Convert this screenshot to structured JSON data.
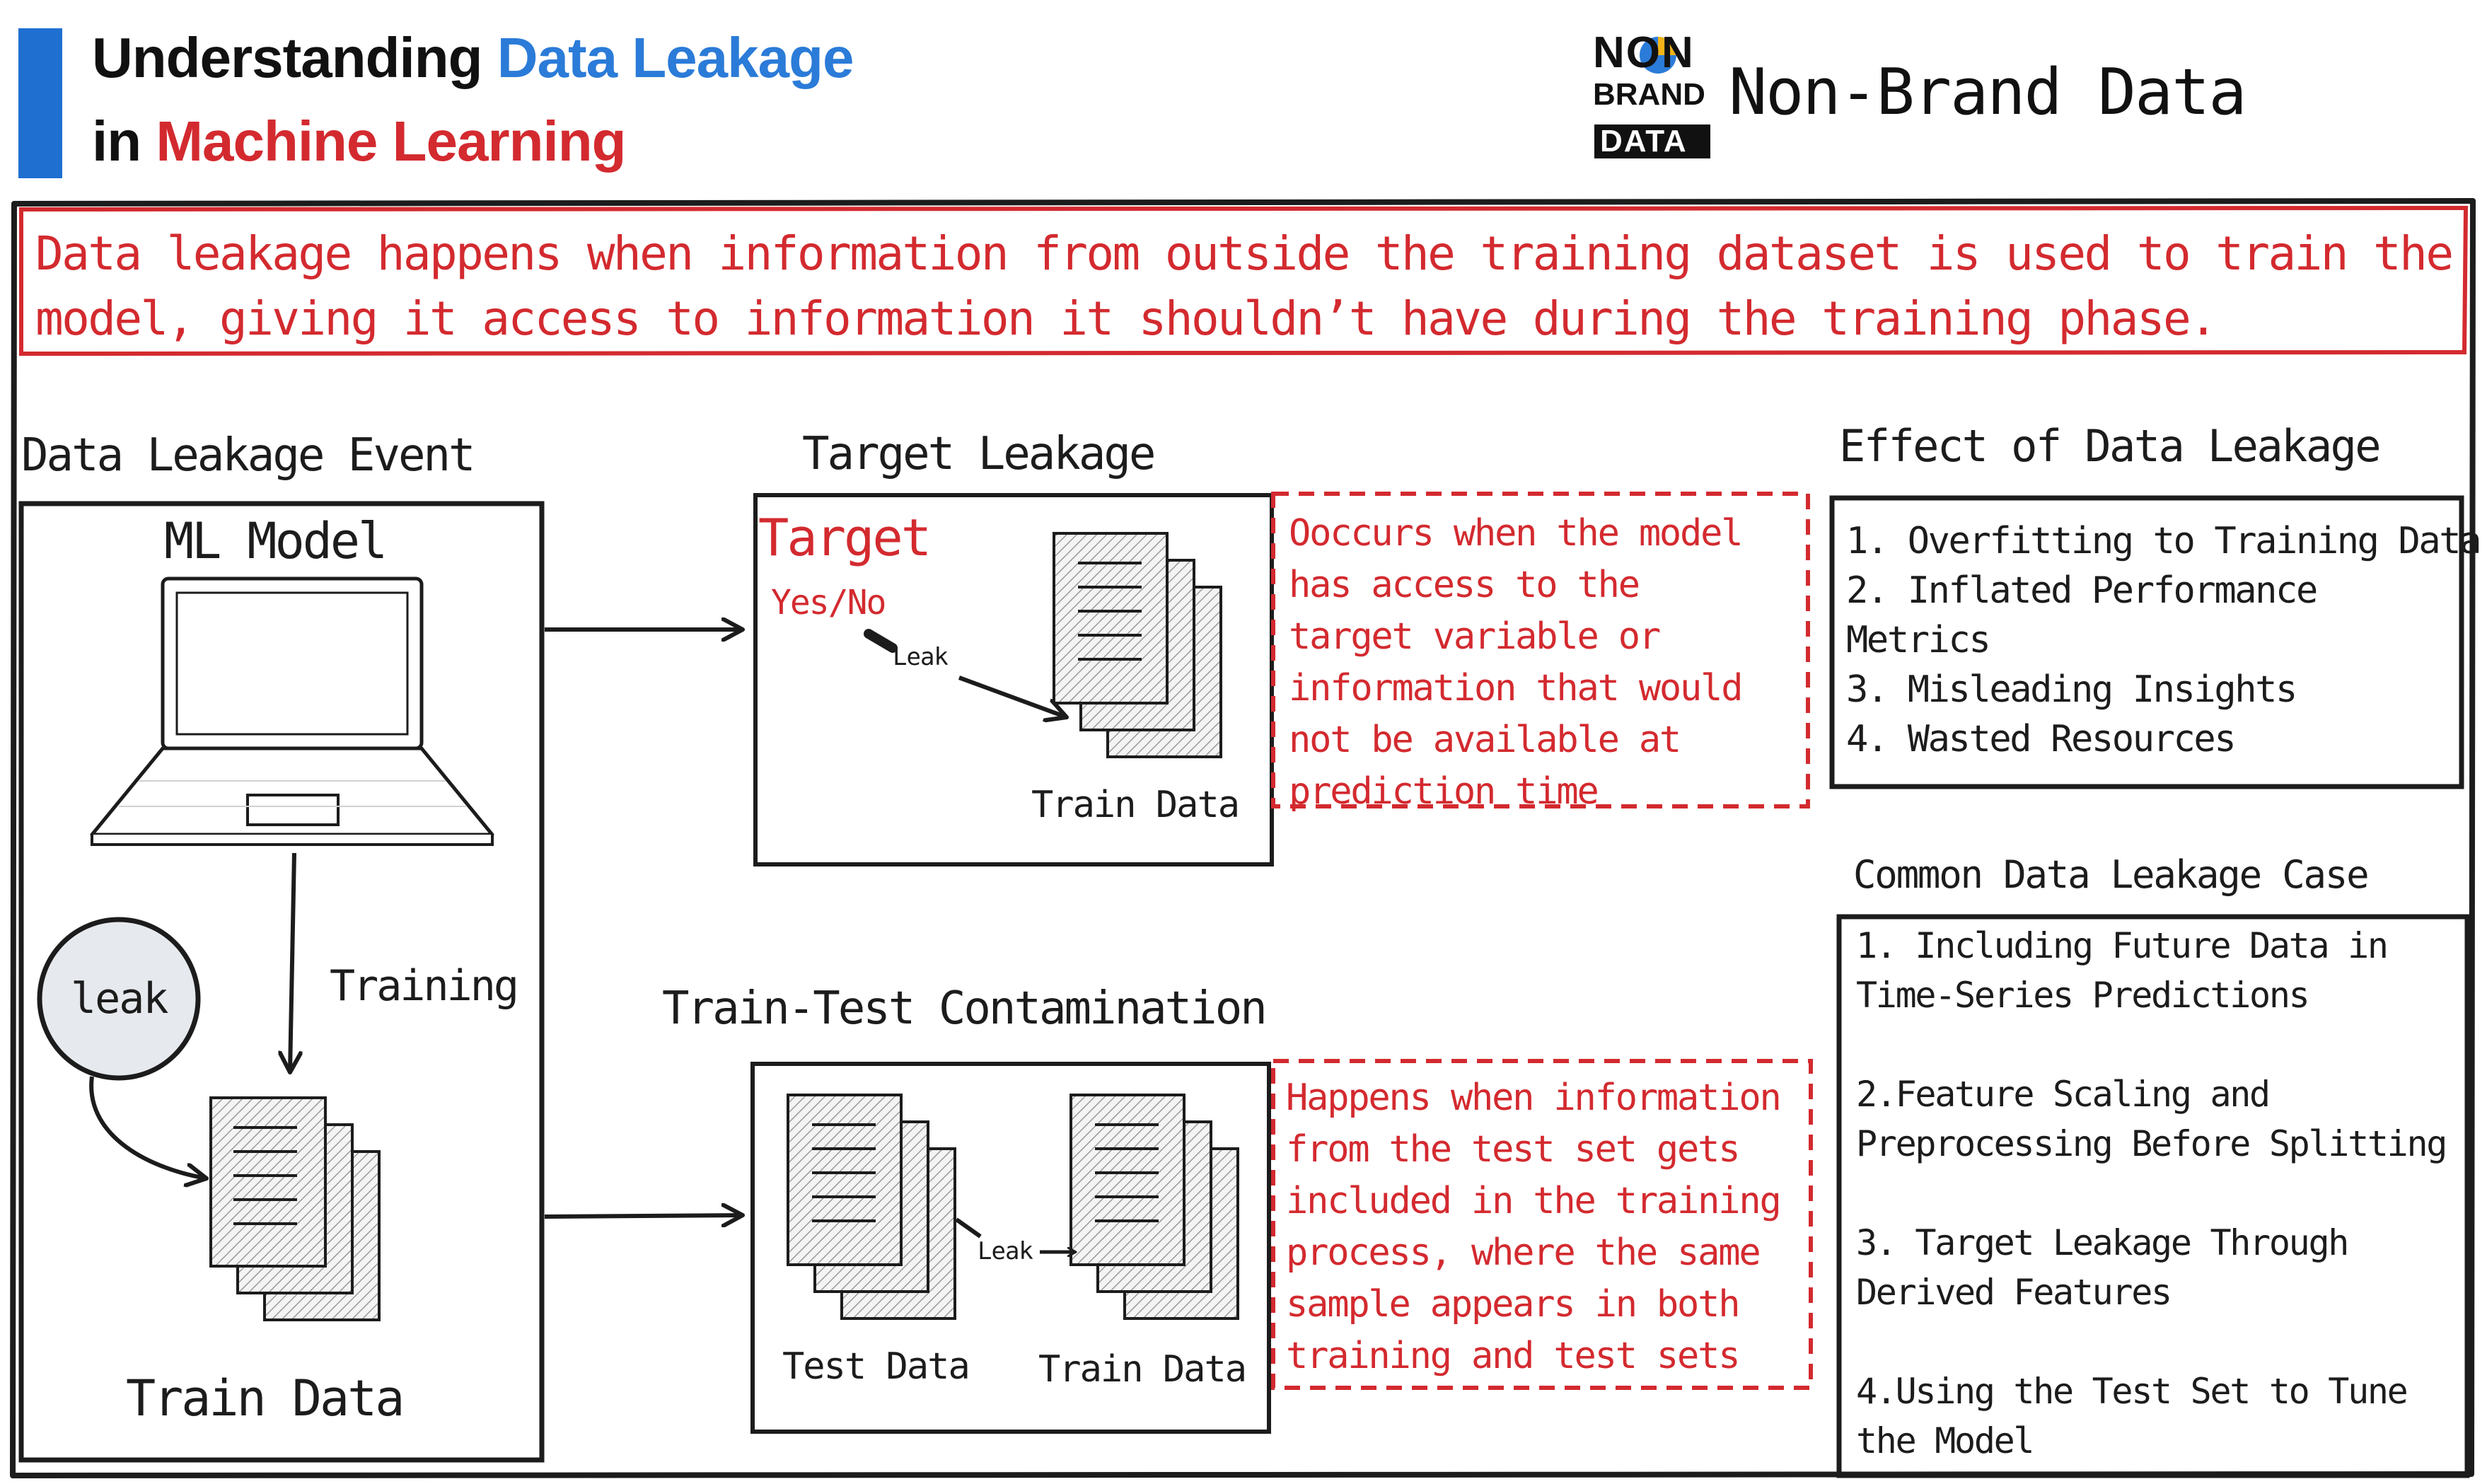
{
  "header": {
    "title_part1": "Understanding ",
    "title_part2": "Data Leakage",
    "title_part3": "in ",
    "title_part4": "Machine Learning",
    "brand_logo_line1": "NON",
    "brand_logo_line2": "BRAND",
    "brand_logo_line3": "DATA",
    "brand_name": "Non-Brand Data"
  },
  "definition": {
    "line1": "Data leakage happens when information from outside the training dataset is used to train the",
    "line2": "model, giving it access to information it shouldn’t have during the training phase."
  },
  "event": {
    "heading": "Data Leakage Event",
    "model_label": "ML Model",
    "training_label": "Training",
    "leak_label": "leak",
    "train_data_label": "Train Data"
  },
  "target_leakage": {
    "heading": "Target Leakage",
    "target_label": "Target",
    "yesno_label": "Yes/No",
    "leak_label": "Leak",
    "train_data_label": "Train Data",
    "description": [
      "Ooccurs when the model",
      "has access to the",
      "target variable or",
      "information that would",
      "not be available at",
      "prediction time"
    ]
  },
  "contamination": {
    "heading": "Train-Test Contamination",
    "test_data_label": "Test Data",
    "train_data_label": "Train Data",
    "leak_label": "Leak",
    "description": [
      "Happens when information",
      "from the test set  gets",
      "included in the training",
      "process,  where the same",
      "sample appears in both",
      "training and test sets"
    ]
  },
  "effects": {
    "heading": "Effect of Data Leakage",
    "items": [
      "1. Overfitting to Training Data",
      "2. Inflated Performance",
      "Metrics",
      "3. Misleading Insights",
      "4. Wasted Resources"
    ]
  },
  "cases": {
    "heading": "Common Data Leakage Case",
    "items": [
      "1. Including Future Data in",
      "Time-Series Predictions",
      "2.Feature Scaling and",
      "Preprocessing Before Splitting",
      "3. Target Leakage Through",
      "Derived Features",
      "4.Using the Test Set to Tune",
      "the Model"
    ]
  },
  "colors": {
    "accent_red": "#d32a2f",
    "accent_blue": "#2b7bd8",
    "title_bar_blue": "#1f6fd1",
    "ink": "#1c1c1c",
    "leak_circle_fill": "#e6e9ee"
  }
}
